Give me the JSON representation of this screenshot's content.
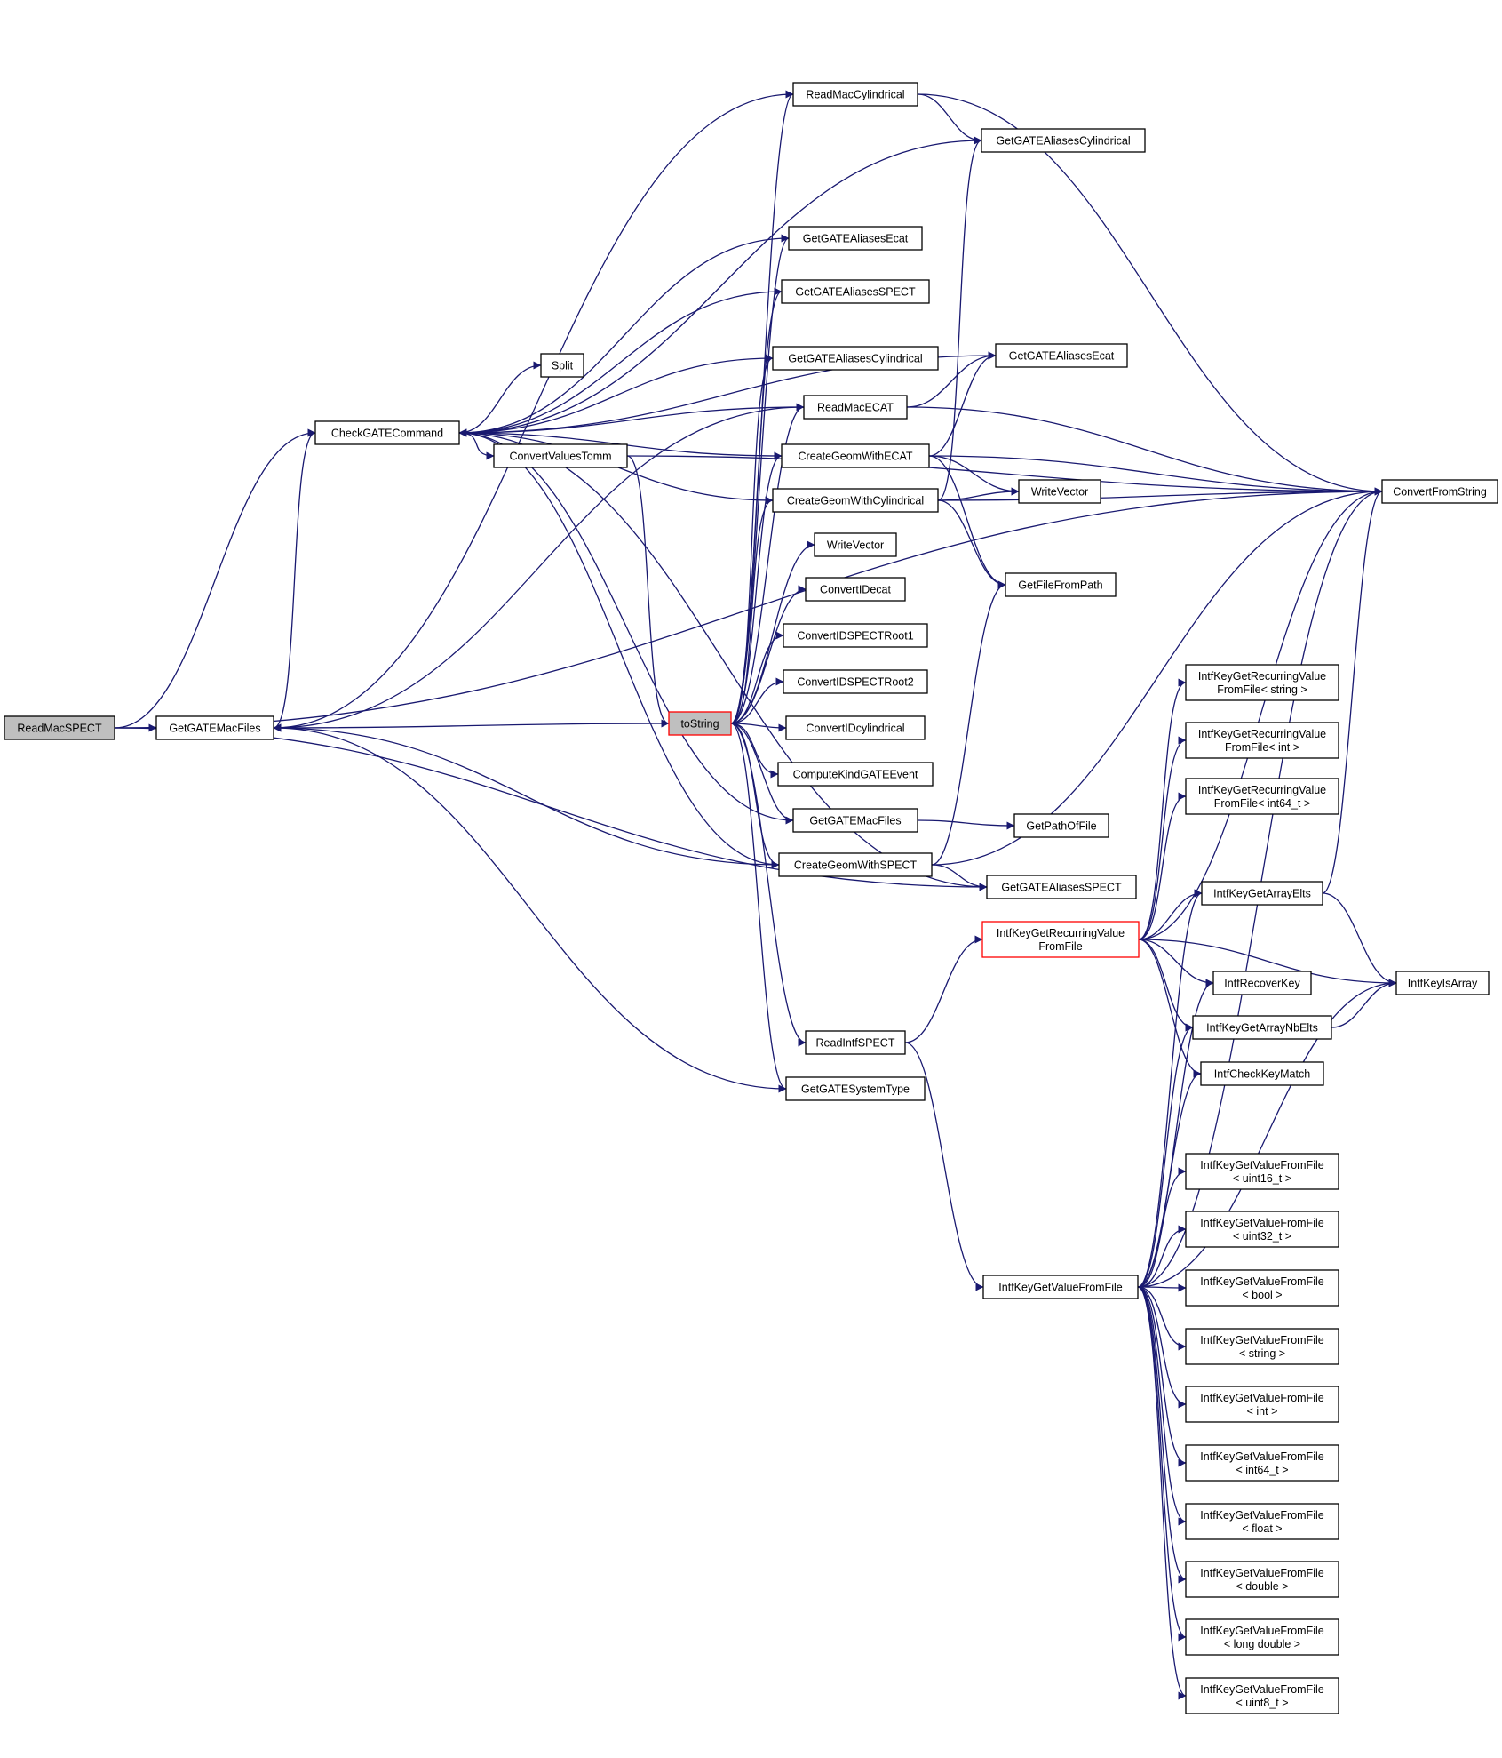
{
  "colors": {
    "edge": "#191970",
    "node_border": "#000000",
    "root_fill": "#bfbfbf",
    "incomplete_border": "#ff0000"
  },
  "nodes": {
    "ReadMacSPECT": [
      "ReadMacSPECT"
    ],
    "GetGATEMacFiles1": [
      "GetGATEMacFiles"
    ],
    "CheckGATECommand": [
      "CheckGATECommand"
    ],
    "Split": [
      "Split"
    ],
    "ConvertValuesTomm": [
      "ConvertValuesTomm"
    ],
    "toString": [
      "toString"
    ],
    "ReadMacCylindrical": [
      "ReadMacCylindrical"
    ],
    "GetGATEAliasesEcat1": [
      "GetGATEAliasesEcat"
    ],
    "GetGATEAliasesSPECT1": [
      "GetGATEAliasesSPECT"
    ],
    "GetGATEAliasesCylindrical1": [
      "GetGATEAliasesCylindrical"
    ],
    "ReadMacECAT": [
      "ReadMacECAT"
    ],
    "CreateGeomWithECAT": [
      "CreateGeomWithECAT"
    ],
    "CreateGeomWithCylindrical": [
      "CreateGeomWithCylindrical"
    ],
    "WriteVector1": [
      "WriteVector"
    ],
    "ConvertIDecat": [
      "ConvertIDecat"
    ],
    "ConvertIDSPECTRoot1": [
      "ConvertIDSPECTRoot1"
    ],
    "ConvertIDSPECTRoot2": [
      "ConvertIDSPECTRoot2"
    ],
    "ConvertIDcylindrical": [
      "ConvertIDcylindrical"
    ],
    "ComputeKindGATEEvent": [
      "ComputeKindGATEEvent"
    ],
    "GetGATEMacFiles2": [
      "GetGATEMacFiles"
    ],
    "CreateGeomWithSPECT": [
      "CreateGeomWithSPECT"
    ],
    "ReadIntfSPECT": [
      "ReadIntfSPECT"
    ],
    "GetGATESystemType": [
      "GetGATESystemType"
    ],
    "GetGATEAliasesCylindrical2": [
      "GetGATEAliasesCylindrical"
    ],
    "GetGATEAliasesEcat2": [
      "GetGATEAliasesEcat"
    ],
    "WriteVector2": [
      "WriteVector"
    ],
    "GetFileFromPath": [
      "GetFileFromPath"
    ],
    "GetPathOfFile": [
      "GetPathOfFile"
    ],
    "GetGATEAliasesSPECT2": [
      "GetGATEAliasesSPECT"
    ],
    "IntfKeyGetRecurringValueFromFile": [
      "IntfKeyGetRecurringValue",
      "FromFile"
    ],
    "IntfKeyGetValueFromFile": [
      "IntfKeyGetValueFromFile"
    ],
    "ConvertFromString": [
      "ConvertFromString"
    ],
    "RecurringString": [
      "IntfKeyGetRecurringValue",
      "FromFile< string >"
    ],
    "RecurringInt": [
      "IntfKeyGetRecurringValue",
      "FromFile< int >"
    ],
    "RecurringInt64": [
      "IntfKeyGetRecurringValue",
      "FromFile< int64_t >"
    ],
    "IntfKeyGetArrayElts": [
      "IntfKeyGetArrayElts"
    ],
    "IntfRecoverKey": [
      "IntfRecoverKey"
    ],
    "IntfKeyGetArrayNbElts": [
      "IntfKeyGetArrayNbElts"
    ],
    "IntfCheckKeyMatch": [
      "IntfCheckKeyMatch"
    ],
    "IntfKeyIsArray": [
      "IntfKeyIsArray"
    ],
    "ValueUint16": [
      "IntfKeyGetValueFromFile",
      "< uint16_t >"
    ],
    "ValueUint32": [
      "IntfKeyGetValueFromFile",
      "< uint32_t >"
    ],
    "ValueBool": [
      "IntfKeyGetValueFromFile",
      "< bool >"
    ],
    "ValueString": [
      "IntfKeyGetValueFromFile",
      "< string >"
    ],
    "ValueInt": [
      "IntfKeyGetValueFromFile",
      "< int >"
    ],
    "ValueInt64": [
      "IntfKeyGetValueFromFile",
      "< int64_t >"
    ],
    "ValueFloat": [
      "IntfKeyGetValueFromFile",
      "< float >"
    ],
    "ValueDouble": [
      "IntfKeyGetValueFromFile",
      "< double >"
    ],
    "ValueLongDouble": [
      "IntfKeyGetValueFromFile",
      "< long double >"
    ],
    "ValueUint8": [
      "IntfKeyGetValueFromFile",
      "< uint8_t >"
    ]
  },
  "edges": [
    [
      "ReadMacSPECT",
      "GetGATEMacFiles1"
    ],
    [
      "ReadMacSPECT",
      "CheckGATECommand"
    ],
    [
      "ReadMacSPECT",
      "ConvertFromString"
    ],
    [
      "ReadMacSPECT",
      "GetGATEAliasesSPECT2"
    ],
    [
      "GetGATEMacFiles1",
      "CheckGATECommand"
    ],
    [
      "CheckGATECommand",
      "Split"
    ],
    [
      "CheckGATECommand",
      "ConvertValuesTomm"
    ],
    [
      "ConvertValuesTomm",
      "toString"
    ],
    [
      "ConvertValuesTomm",
      "ConvertFromString"
    ],
    [
      "toString",
      "GetGATEMacFiles1"
    ],
    [
      "toString",
      "ReadMacCylindrical"
    ],
    [
      "toString",
      "GetGATEAliasesEcat1"
    ],
    [
      "toString",
      "GetGATEAliasesSPECT1"
    ],
    [
      "toString",
      "GetGATEAliasesCylindrical1"
    ],
    [
      "toString",
      "ReadMacECAT"
    ],
    [
      "toString",
      "CreateGeomWithECAT"
    ],
    [
      "toString",
      "CreateGeomWithCylindrical"
    ],
    [
      "toString",
      "WriteVector1"
    ],
    [
      "toString",
      "ConvertIDecat"
    ],
    [
      "toString",
      "ConvertIDSPECTRoot1"
    ],
    [
      "toString",
      "ConvertIDSPECTRoot2"
    ],
    [
      "toString",
      "ConvertIDcylindrical"
    ],
    [
      "toString",
      "ComputeKindGATEEvent"
    ],
    [
      "toString",
      "GetGATEMacFiles2"
    ],
    [
      "toString",
      "CreateGeomWithSPECT"
    ],
    [
      "toString",
      "ReadIntfSPECT"
    ],
    [
      "toString",
      "GetGATESystemType"
    ],
    [
      "ReadMacCylindrical",
      "GetGATEMacFiles1"
    ],
    [
      "ReadMacCylindrical",
      "GetGATEAliasesCylindrical2"
    ],
    [
      "ReadMacCylindrical",
      "ConvertFromString"
    ],
    [
      "GetGATEAliasesEcat1",
      "CheckGATECommand"
    ],
    [
      "GetGATEAliasesSPECT1",
      "CheckGATECommand"
    ],
    [
      "GetGATEAliasesCylindrical1",
      "CheckGATECommand"
    ],
    [
      "ReadMacECAT",
      "CheckGATECommand"
    ],
    [
      "ReadMacECAT",
      "GetGATEMacFiles1"
    ],
    [
      "ReadMacECAT",
      "GetGATEAliasesEcat2"
    ],
    [
      "ReadMacECAT",
      "ConvertFromString"
    ],
    [
      "CreateGeomWithECAT",
      "CheckGATECommand"
    ],
    [
      "CreateGeomWithECAT",
      "GetGATEAliasesEcat2"
    ],
    [
      "CreateGeomWithECAT",
      "WriteVector2"
    ],
    [
      "CreateGeomWithECAT",
      "GetFileFromPath"
    ],
    [
      "CreateGeomWithECAT",
      "ConvertFromString"
    ],
    [
      "CreateGeomWithCylindrical",
      "CheckGATECommand"
    ],
    [
      "CreateGeomWithCylindrical",
      "GetGATEAliasesCylindrical2"
    ],
    [
      "CreateGeomWithCylindrical",
      "WriteVector2"
    ],
    [
      "CreateGeomWithCylindrical",
      "GetFileFromPath"
    ],
    [
      "CreateGeomWithCylindrical",
      "ConvertFromString"
    ],
    [
      "GetGATEMacFiles2",
      "CheckGATECommand"
    ],
    [
      "GetGATEMacFiles2",
      "GetPathOfFile"
    ],
    [
      "CreateGeomWithSPECT",
      "CheckGATECommand"
    ],
    [
      "CreateGeomWithSPECT",
      "GetGATEMacFiles1"
    ],
    [
      "CreateGeomWithSPECT",
      "GetGATEAliasesSPECT2"
    ],
    [
      "CreateGeomWithSPECT",
      "GetFileFromPath"
    ],
    [
      "CreateGeomWithSPECT",
      "ConvertFromString"
    ],
    [
      "GetGATEAliasesSPECT2",
      "CheckGATECommand"
    ],
    [
      "GetGATEAliasesCylindrical2",
      "CheckGATECommand"
    ],
    [
      "GetGATEAliasesEcat2",
      "CheckGATECommand"
    ],
    [
      "ReadIntfSPECT",
      "IntfKeyGetRecurringValueFromFile"
    ],
    [
      "ReadIntfSPECT",
      "IntfKeyGetValueFromFile"
    ],
    [
      "GetGATESystemType",
      "GetGATEMacFiles1"
    ],
    [
      "IntfKeyGetRecurringValueFromFile",
      "RecurringString"
    ],
    [
      "IntfKeyGetRecurringValueFromFile",
      "RecurringInt"
    ],
    [
      "IntfKeyGetRecurringValueFromFile",
      "RecurringInt64"
    ],
    [
      "IntfKeyGetRecurringValueFromFile",
      "IntfKeyGetArrayElts"
    ],
    [
      "IntfKeyGetRecurringValueFromFile",
      "IntfRecoverKey"
    ],
    [
      "IntfKeyGetRecurringValueFromFile",
      "IntfKeyGetArrayNbElts"
    ],
    [
      "IntfKeyGetRecurringValueFromFile",
      "IntfCheckKeyMatch"
    ],
    [
      "IntfKeyGetRecurringValueFromFile",
      "IntfKeyIsArray"
    ],
    [
      "IntfKeyGetRecurringValueFromFile",
      "ConvertFromString"
    ],
    [
      "IntfKeyGetValueFromFile",
      "IntfKeyGetArrayElts"
    ],
    [
      "IntfKeyGetValueFromFile",
      "IntfRecoverKey"
    ],
    [
      "IntfKeyGetValueFromFile",
      "IntfKeyGetArrayNbElts"
    ],
    [
      "IntfKeyGetValueFromFile",
      "IntfCheckKeyMatch"
    ],
    [
      "IntfKeyGetValueFromFile",
      "IntfKeyIsArray"
    ],
    [
      "IntfKeyGetValueFromFile",
      "ConvertFromString"
    ],
    [
      "IntfKeyGetValueFromFile",
      "ValueUint16"
    ],
    [
      "IntfKeyGetValueFromFile",
      "ValueUint32"
    ],
    [
      "IntfKeyGetValueFromFile",
      "ValueBool"
    ],
    [
      "IntfKeyGetValueFromFile",
      "ValueString"
    ],
    [
      "IntfKeyGetValueFromFile",
      "ValueInt"
    ],
    [
      "IntfKeyGetValueFromFile",
      "ValueInt64"
    ],
    [
      "IntfKeyGetValueFromFile",
      "ValueFloat"
    ],
    [
      "IntfKeyGetValueFromFile",
      "ValueDouble"
    ],
    [
      "IntfKeyGetValueFromFile",
      "ValueLongDouble"
    ],
    [
      "IntfKeyGetValueFromFile",
      "ValueUint8"
    ],
    [
      "IntfKeyGetArrayElts",
      "IntfKeyIsArray"
    ],
    [
      "IntfKeyGetArrayElts",
      "ConvertFromString"
    ],
    [
      "IntfKeyGetArrayNbElts",
      "IntfKeyIsArray"
    ]
  ]
}
